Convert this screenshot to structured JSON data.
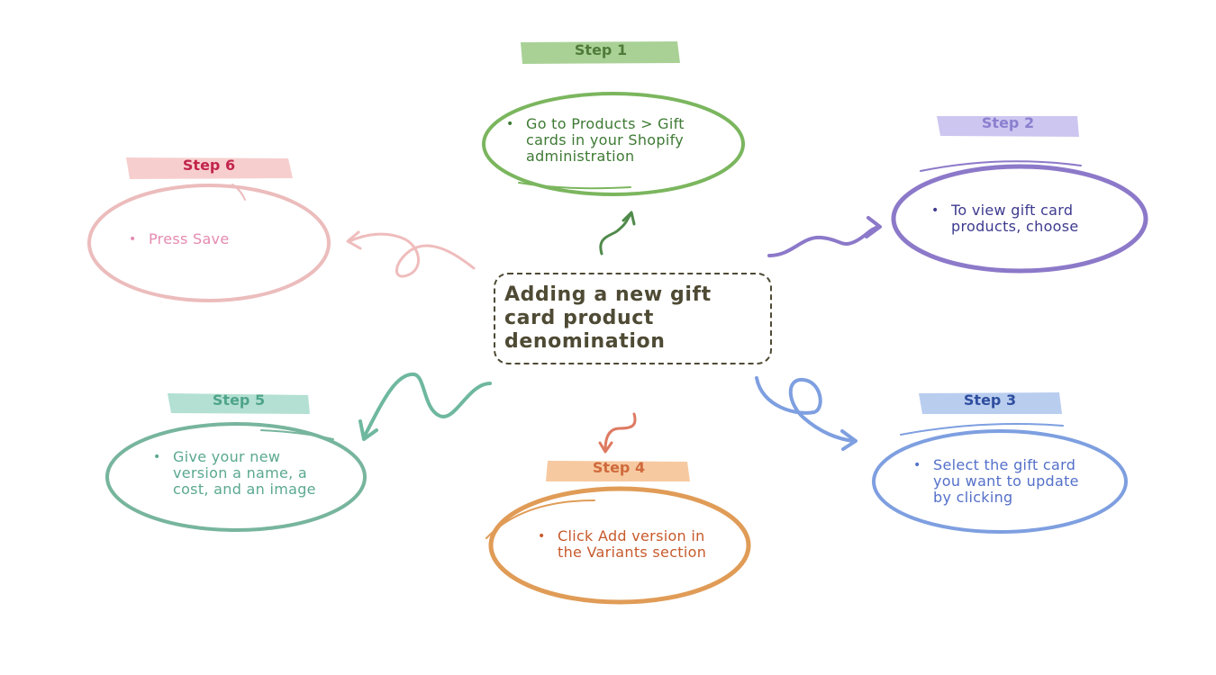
{
  "center": {
    "title": "Adding a new gift card product denomination",
    "color": "#4e4a34"
  },
  "steps": [
    {
      "label": "Step 1",
      "text": "Go to Products > Gift cards in your Shopify administration",
      "color": "#7bb65e",
      "label_color": "#4f7a3a",
      "text_color": "#3e7a34",
      "banner_color": "#a9d196"
    },
    {
      "label": "Step 2",
      "text": "To view gift card products, choose",
      "color": "#8c79c9",
      "label_color": "#8b7fcf",
      "text_color": "#3d3a8f",
      "banner_color": "#cdc6f0"
    },
    {
      "label": "Step 3",
      "text": "Select the gift card you want to update by clicking",
      "color": "#7e9fe0",
      "label_color": "#2e4e9e",
      "text_color": "#5470c9",
      "banner_color": "#b9cdef"
    },
    {
      "label": "Step 4",
      "text": "Click Add version in the Variants section",
      "color": "#e09c57",
      "label_color": "#cf6a3d",
      "text_color": "#c75a2c",
      "banner_color": "#f7c9a0"
    },
    {
      "label": "Step 5",
      "text": "Give your new version a name, a cost, and an image",
      "color": "#77b59d",
      "label_color": "#4fa48a",
      "text_color": "#5aa890",
      "banner_color": "#b3e0d3"
    },
    {
      "label": "Step 6",
      "text": "Press Save",
      "color": "#ecbcbc",
      "label_color": "#c2264a",
      "text_color": "#e58ab0",
      "banner_color": "#f7cece"
    }
  ]
}
